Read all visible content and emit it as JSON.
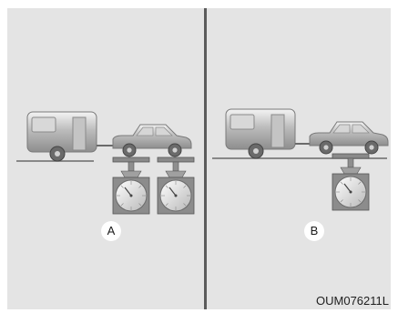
{
  "labels": {
    "a": "A",
    "b": "B"
  },
  "figure_code": "OUM076211L",
  "icons": [
    "trailer-icon",
    "car-icon",
    "scale-icon"
  ]
}
